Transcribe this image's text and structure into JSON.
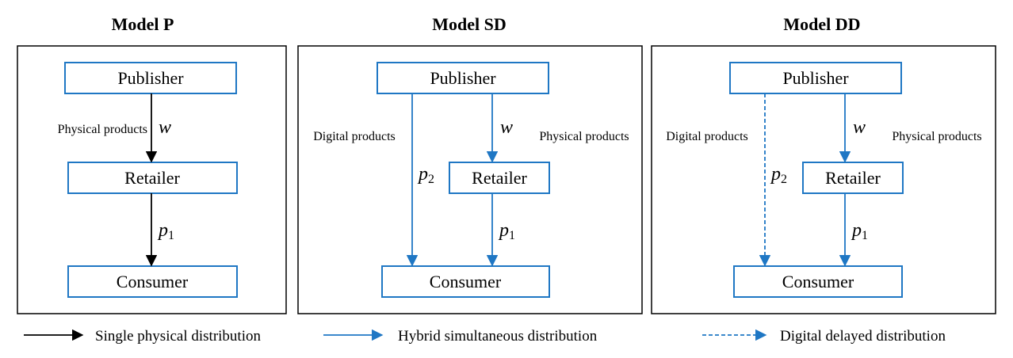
{
  "colors": {
    "blue": "#1f77c4",
    "black": "#000000"
  },
  "panels": [
    {
      "title": "Model P",
      "nodes": {
        "publisher": "Publisher",
        "retailer": "Retailer",
        "consumer": "Consumer"
      },
      "labels": {
        "physical": "Physical products"
      },
      "vars": {
        "w": "w",
        "p1": "p",
        "p1_sub": "1"
      }
    },
    {
      "title": "Model SD",
      "nodes": {
        "publisher": "Publisher",
        "retailer": "Retailer",
        "consumer": "Consumer"
      },
      "labels": {
        "digital": "Digital products",
        "physical": "Physical products"
      },
      "vars": {
        "w": "w",
        "p1": "p",
        "p1_sub": "1",
        "p2": "p",
        "p2_sub": "2"
      }
    },
    {
      "title": "Model DD",
      "nodes": {
        "publisher": "Publisher",
        "retailer": "Retailer",
        "consumer": "Consumer"
      },
      "labels": {
        "digital": "Digital products",
        "physical": "Physical products"
      },
      "vars": {
        "w": "w",
        "p1": "p",
        "p1_sub": "1",
        "p2": "p",
        "p2_sub": "2"
      }
    }
  ],
  "legend": [
    {
      "label": "Single physical distribution",
      "style": "solid-black"
    },
    {
      "label": "Hybrid simultaneous distribution",
      "style": "solid-blue"
    },
    {
      "label": "Digital delayed distribution",
      "style": "dashed-blue"
    }
  ]
}
